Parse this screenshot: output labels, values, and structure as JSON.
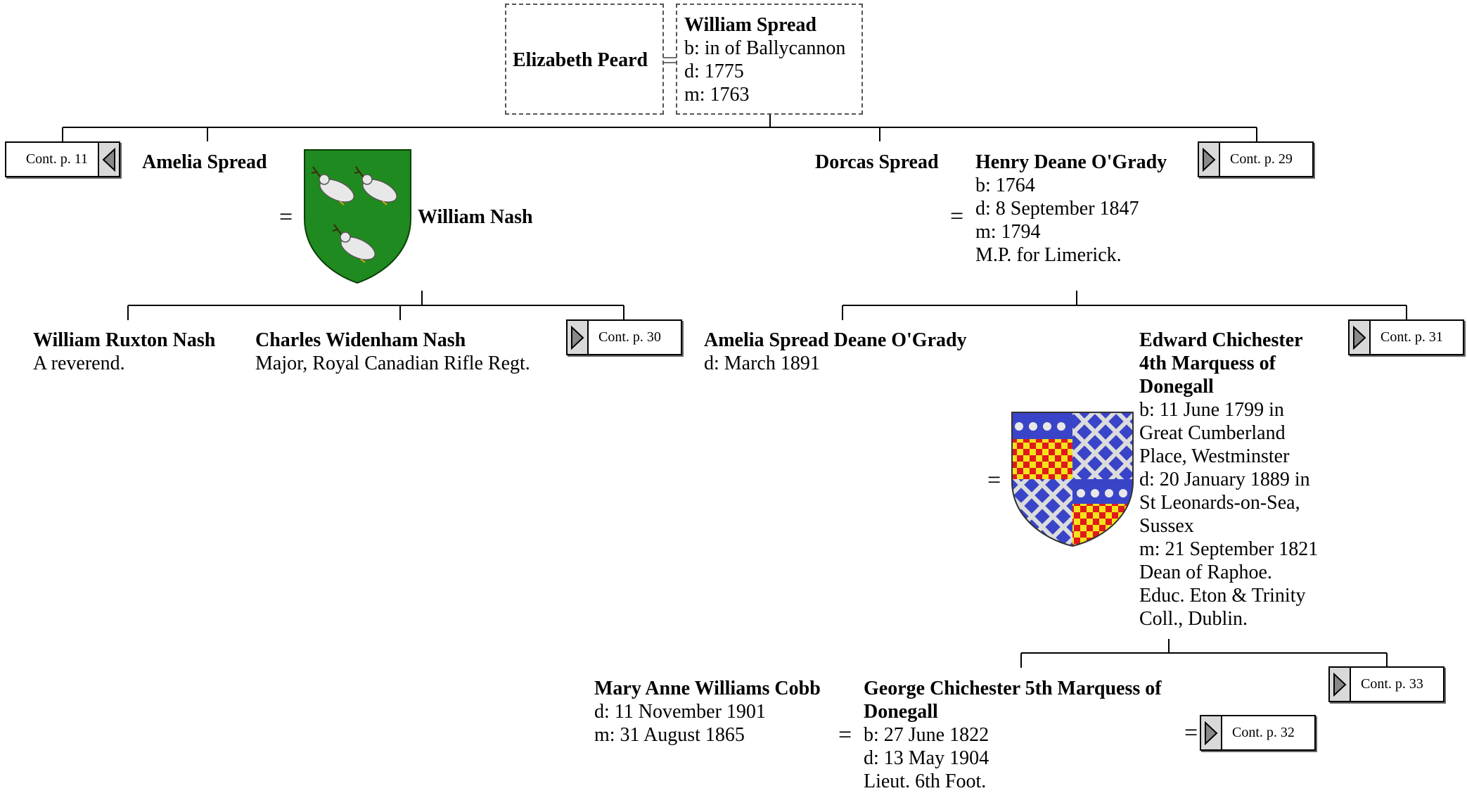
{
  "couples": {
    "root": {
      "wife": {
        "name": "Elizabeth Peard"
      },
      "husband": {
        "name": "William Spread",
        "lines": [
          "b: in of Ballycannon",
          "d: 1775",
          "m: 1763"
        ]
      }
    }
  },
  "people": {
    "amelia_spread": {
      "name": "Amelia Spread"
    },
    "william_nash": {
      "name": "William Nash"
    },
    "dorcas_spread": {
      "name": "Dorcas Spread"
    },
    "henry_ogrady": {
      "name": "Henry Deane O'Grady",
      "lines": [
        "b: 1764",
        "d: 8 September 1847",
        "m: 1794",
        "M.P. for Limerick."
      ]
    },
    "william_ruxton_nash": {
      "name": "William Ruxton Nash",
      "lines": [
        "A reverend."
      ]
    },
    "charles_nash": {
      "name": "Charles Widenham Nash",
      "lines": [
        "Major, Royal Canadian Rifle Regt."
      ]
    },
    "amelia_ogrady": {
      "name": "Amelia Spread Deane O'Grady",
      "lines": [
        "d: March 1891"
      ]
    },
    "edward_chichester": {
      "name": "Edward Chichester 4th Marquess of Donegall",
      "lines": [
        "b: 11 June 1799 in Great Cumberland Place, Westminster",
        "d: 20 January 1889 in St Leonards-on-Sea, Sussex",
        "m: 21 September 1821",
        "Dean of Raphoe.",
        "Educ. Eton & Trinity Coll., Dublin."
      ]
    },
    "mary_cobb": {
      "name": "Mary Anne Williams Cobb",
      "lines": [
        "d: 11 November 1901",
        "m: 31 August 1865"
      ]
    },
    "george_chichester": {
      "name": "George Chichester 5th Marquess of Donegall",
      "lines": [
        "b: 27 June 1822",
        "d: 13 May 1904",
        "Lieut. 6th Foot."
      ]
    }
  },
  "continuations": {
    "p11": "Cont. p. 11",
    "p29": "Cont. p. 29",
    "p30": "Cont. p. 30",
    "p31": "Cont. p. 31",
    "p33": "Cont. p. 33",
    "p32": "Cont. p. 32"
  },
  "marriage_symbol": "=",
  "colors": {
    "nash_field": "#1f8a1f",
    "chichester_blue": "#3a44c8",
    "chichester_checky_red": "#e01a1a",
    "chichester_checky_gold": "#f4e21a"
  },
  "icons": {
    "cont_left": "triangle-left-icon",
    "cont_right": "triangle-right-icon",
    "nash_arms": "coat-of-arms-icon",
    "chichester_arms": "coat-of-arms-icon"
  }
}
